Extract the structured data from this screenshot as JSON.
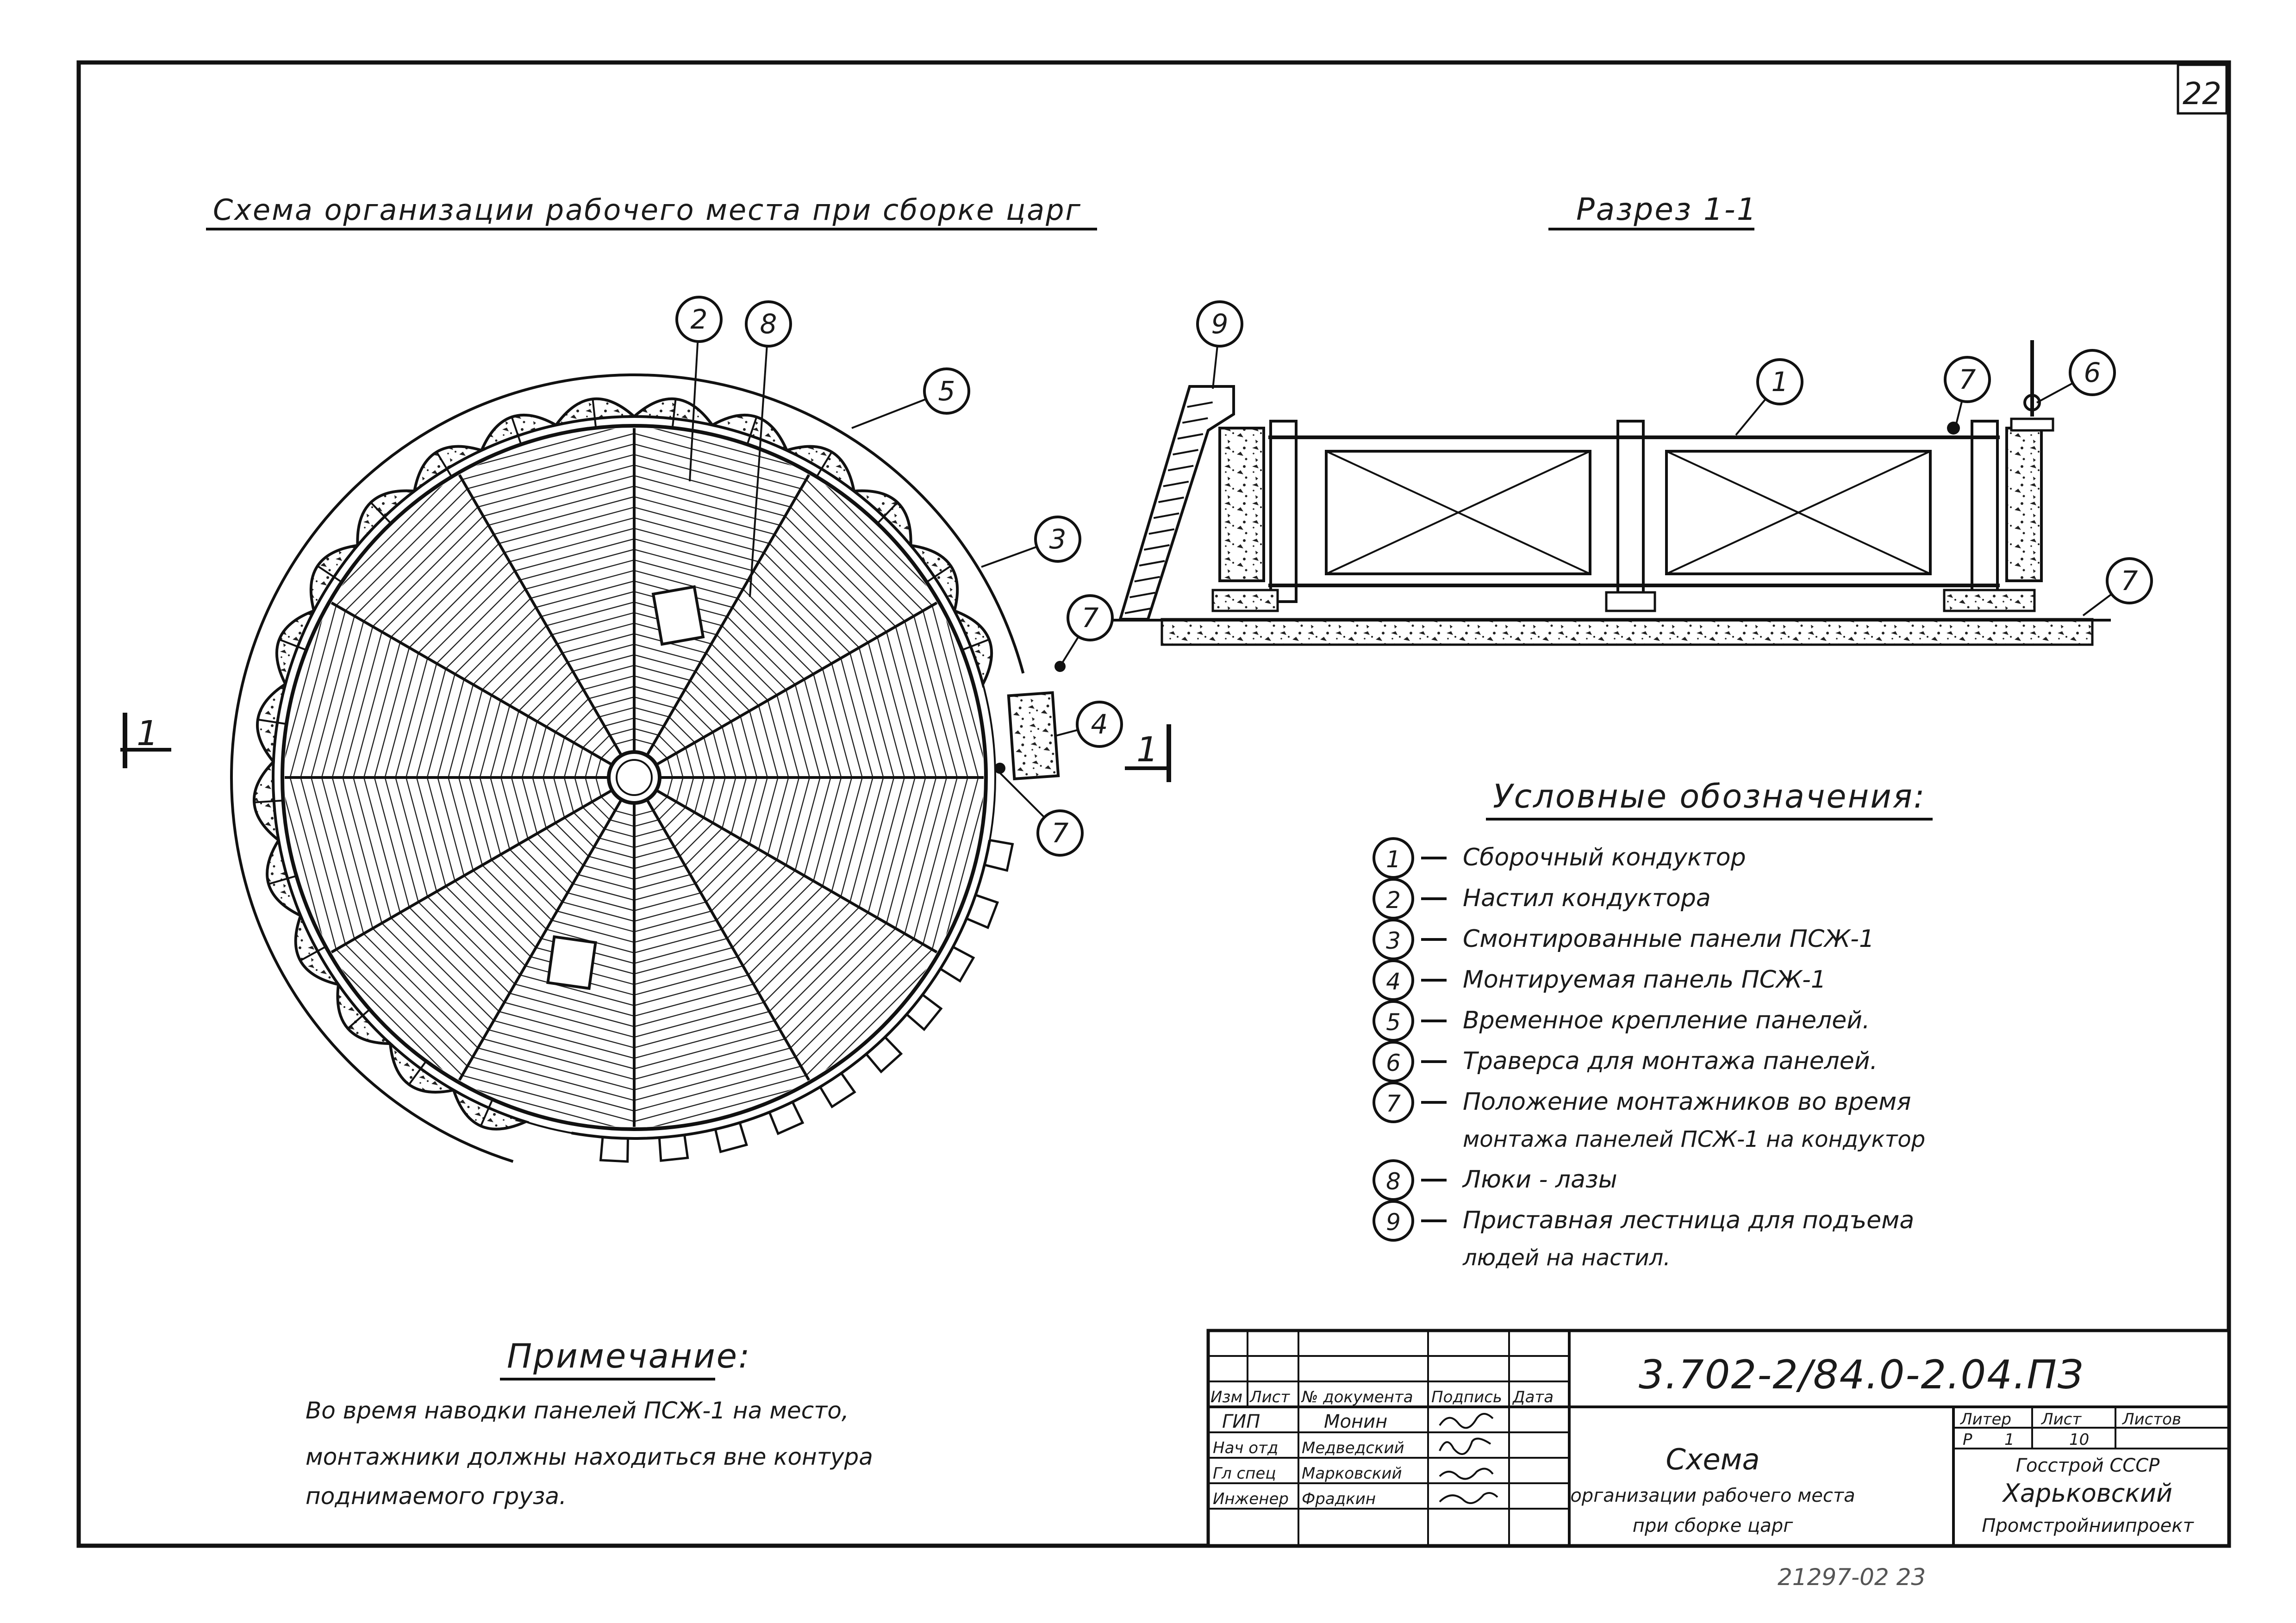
{
  "sheet_number": "22",
  "plan": {
    "title": "Схема организации рабочего места при сборке царг",
    "section_mark": "1"
  },
  "section": {
    "title": "Разрез 1-1"
  },
  "callouts": [
    "2",
    "8",
    "5",
    "3",
    "7",
    "4",
    "7",
    "9",
    "1",
    "7",
    "6",
    "7"
  ],
  "legend": {
    "title": "Условные обозначения:",
    "items": [
      {
        "num": "1",
        "text": "Сборочный кондуктор"
      },
      {
        "num": "2",
        "text": "Настил кондуктора"
      },
      {
        "num": "3",
        "text": "Смонтированные панели ПСЖ-1"
      },
      {
        "num": "4",
        "text": "Монтируемая панель ПСЖ-1"
      },
      {
        "num": "5",
        "text": "Временное крепление панелей."
      },
      {
        "num": "6",
        "text": "Траверса для монтажа панелей."
      },
      {
        "num": "7",
        "text": "Положение монтажников во время",
        "text2": "монтажа панелей ПСЖ-1 на кондуктор"
      },
      {
        "num": "8",
        "text": "Люки - лазы"
      },
      {
        "num": "9",
        "text": "Приставная лестница для подъема",
        "text2": "людей на настил."
      }
    ]
  },
  "note": {
    "title": "Примечание:",
    "lines": [
      "Во время наводки панелей ПСЖ-1 на место,",
      "монтажники должны находиться вне контура",
      "поднимаемого груза."
    ]
  },
  "stamp": {
    "code": "3.702-2/84.0-2.04.ПЗ",
    "header": [
      "Изм",
      "Лист",
      "№ документа",
      "Подпись",
      "Дата"
    ],
    "rows": [
      {
        "role": "ГИП",
        "name": "Монин"
      },
      {
        "role": "Нач отд",
        "name": "Медведский"
      },
      {
        "role": "Гл спец",
        "name": "Марковский"
      },
      {
        "role": "Инженер",
        "name": "Фрадкин"
      }
    ],
    "sheet_title": [
      "Схема",
      "организации рабочего места",
      "при сборке царг"
    ],
    "litera_label": "Литер",
    "list_label": "Лист",
    "lists_label": "Листов",
    "litera": "Р",
    "list": "1",
    "lists": "10",
    "org": [
      "Госстрой СССР",
      "Харьковский",
      "Промстройниипроект"
    ]
  },
  "inventory": "21297-02   23"
}
